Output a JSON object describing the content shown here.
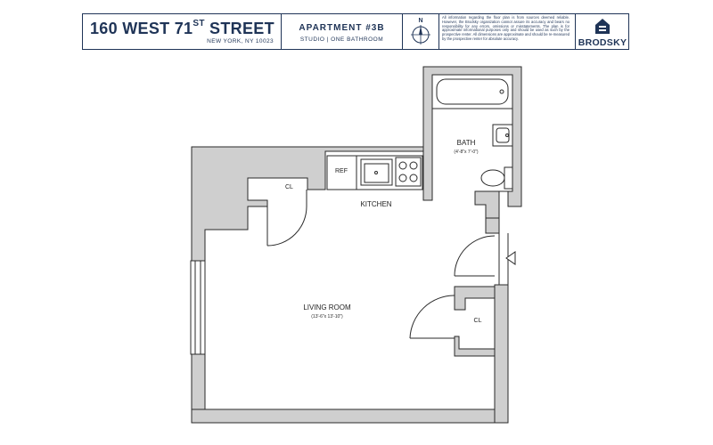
{
  "header": {
    "building_title": "160 WEST 71",
    "building_title_sup": "ST",
    "building_title_end": " STREET",
    "address": "NEW YORK, NY 10023",
    "apartment": "APARTMENT #3B",
    "apartment_desc": "STUDIO  |  ONE BATHROOM",
    "compass_label": "N",
    "disclaimer": "All information regarding the floor plan is from sources deemed reliable. However, the Brodsky organization cannot assure its accuracy and bears no responsibility for any errors, omissions or misstatements. The plan is for approximate informational purposes only and should be used as such by the prospective renter. All dimensions are approximate and should be re-measured by the prospective renter for absolute accuracy.",
    "brand": "BRODSKY",
    "logo_icon": "equal-housing-opportunity-icon"
  },
  "plan": {
    "rooms": {
      "living_room": {
        "name": "LIVING ROOM",
        "dims": "(13'-6\"x 13'-10\")"
      },
      "kitchen": {
        "name": "KITCHEN"
      },
      "bath": {
        "name": "BATH",
        "dims": "(4'-8\"x 7'-0\")"
      },
      "closet_1": {
        "name": "CL"
      },
      "closet_2": {
        "name": "CL"
      },
      "ref": {
        "name": "REF"
      }
    },
    "colors": {
      "wall": "#cfcfcf",
      "line": "#2a2a2a",
      "brand": "#1f3457"
    }
  }
}
